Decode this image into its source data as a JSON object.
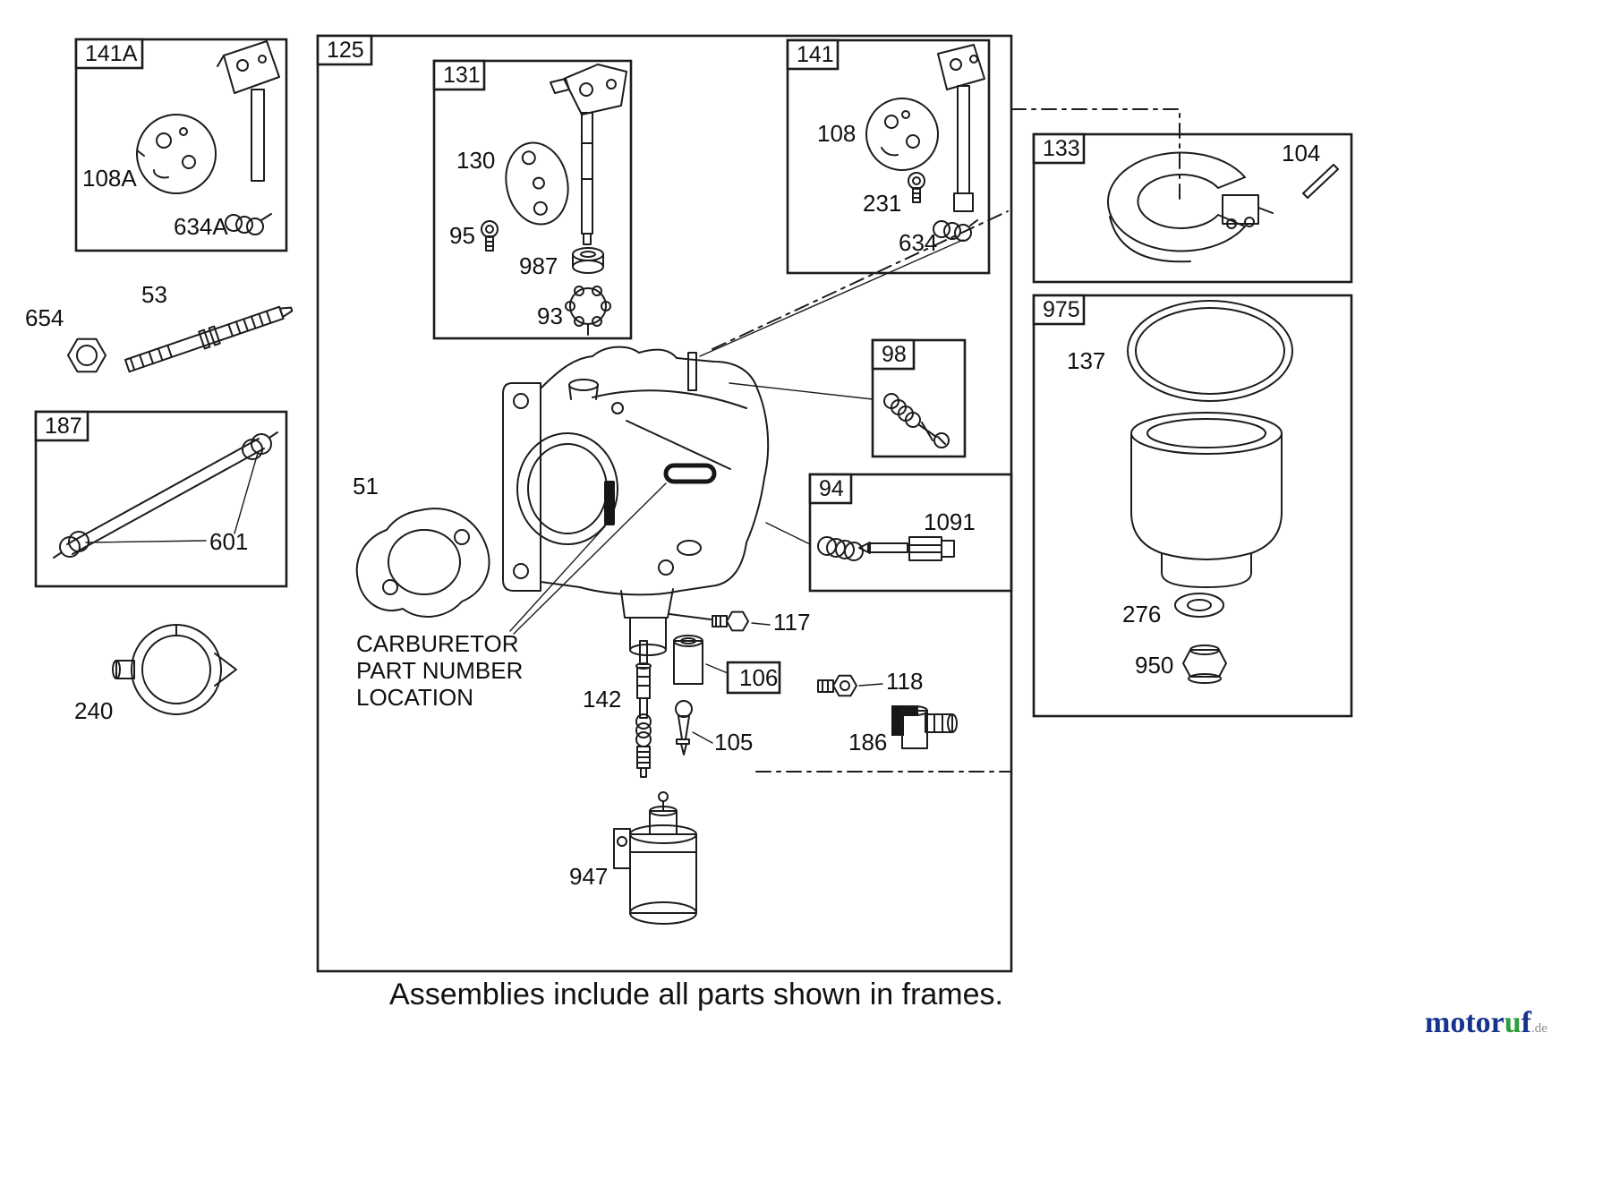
{
  "frames": {
    "f141A": "141A",
    "f125": "125",
    "f131": "131",
    "f141": "141",
    "f133": "133",
    "f975": "975",
    "f98": "98",
    "f94": "94",
    "f187": "187"
  },
  "parts": {
    "p108A": "108A",
    "p634A": "634A",
    "p654": "654",
    "p53": "53",
    "p601": "601",
    "p240": "240",
    "p130": "130",
    "p95": "95",
    "p987": "987",
    "p93": "93",
    "p108": "108",
    "p231": "231",
    "p634": "634",
    "p104": "104",
    "p137": "137",
    "p51": "51",
    "p1091": "1091",
    "p117": "117",
    "p106": "106",
    "p118": "118",
    "p142": "142",
    "p105": "105",
    "p186": "186",
    "p276": "276",
    "p950": "950",
    "p947": "947"
  },
  "note": {
    "line1": "CARBURETOR",
    "line2": "PART NUMBER",
    "line3": "LOCATION"
  },
  "footer": "Assemblies include all parts shown in frames.",
  "watermark": {
    "part1": "motor",
    "part2": "u",
    "part3": "f",
    "tld": ".de"
  }
}
